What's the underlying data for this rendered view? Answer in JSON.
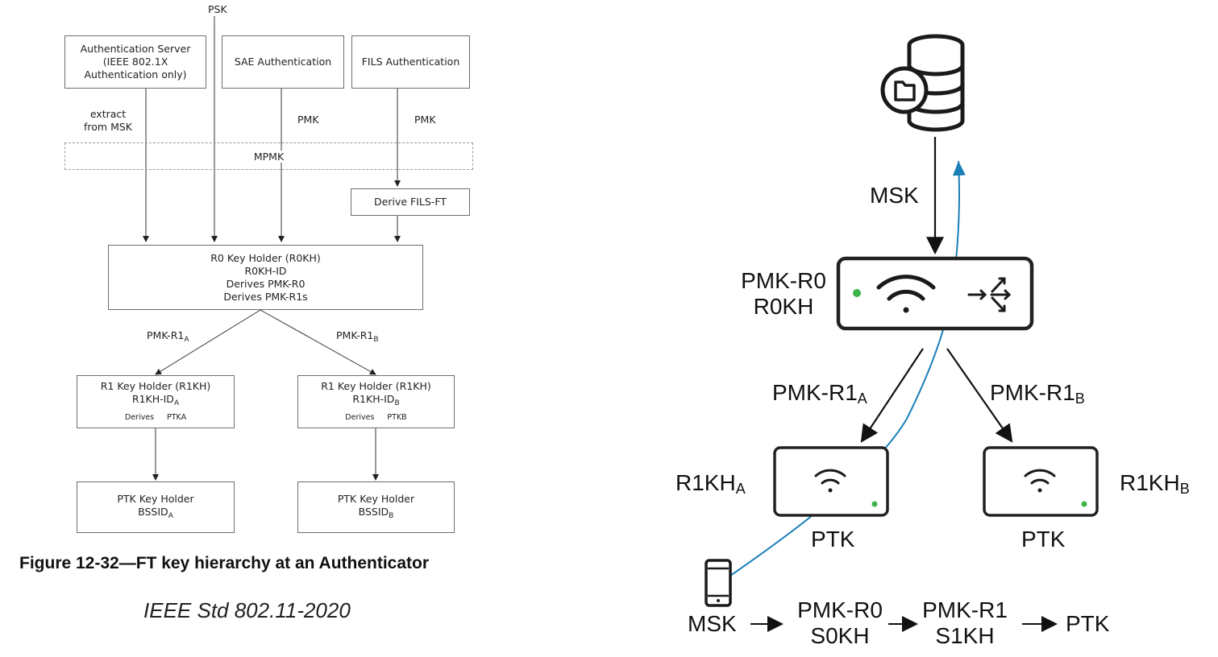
{
  "left_diagram": {
    "psk_label": "PSK",
    "auth_server": {
      "line1": "Authentication Server",
      "line2": "(IEEE 802.1X",
      "line3": "Authentication only)"
    },
    "sae_auth": "SAE Authentication",
    "fils_auth": "FILS Authentication",
    "extract_line1": "extract",
    "extract_line2": "from MSK",
    "pmk_sae": "PMK",
    "pmk_fils": "PMK",
    "mpmk": "MPMK",
    "derive_fils_ft": "Derive FILS-FT",
    "r0_box": {
      "line1": "R0 Key Holder (R0KH)",
      "line2": "R0KH-ID",
      "line3": "Derives PMK-R0",
      "line4": "Derives PMK-R1s"
    },
    "pmk_r1_a": {
      "main": "PMK-R1",
      "sub": "A"
    },
    "pmk_r1_b": {
      "main": "PMK-R1",
      "sub": "B"
    },
    "r1_a": {
      "line1": "R1 Key Holder (R1KH)",
      "id_main": "R1KH-ID",
      "id_sub": "A",
      "derives": "Derives",
      "ptk": "PTKA"
    },
    "r1_b": {
      "line1": "R1 Key Holder (R1KH)",
      "id_main": "R1KH-ID",
      "id_sub": "B",
      "derives": "Derives",
      "ptk": "PTKB"
    },
    "ptk_a": {
      "line1": "PTK Key Holder",
      "bssid_main": "BSSID",
      "bssid_sub": "A"
    },
    "ptk_b": {
      "line1": "PTK Key Holder",
      "bssid_main": "BSSID",
      "bssid_sub": "B"
    },
    "caption": "Figure 12-32—FT key hierarchy at an Authenticator",
    "standard": "IEEE Std 802.11-2020"
  },
  "right_diagram": {
    "msk_label": "MSK",
    "controller": {
      "line1": "PMK-R0",
      "line2": "R0KH"
    },
    "pmk_r1_a": {
      "main": "PMK-R1",
      "sub": "A"
    },
    "pmk_r1_b": {
      "main": "PMK-R1",
      "sub": "B"
    },
    "ap_a": {
      "main": "R1KH",
      "sub": "A",
      "ptk": "PTK"
    },
    "ap_b": {
      "main": "R1KH",
      "sub": "B",
      "ptk": "PTK"
    },
    "chain": {
      "msk": "MSK",
      "pmk_r0": "PMK-R0",
      "s0kh": "S0KH",
      "pmk_r1": "PMK-R1",
      "s1kh": "S1KH",
      "ptk": "PTK"
    },
    "colors": {
      "blue_path": "#1b7fb8",
      "led_green": "#3bb54a",
      "line": "#111111"
    }
  }
}
